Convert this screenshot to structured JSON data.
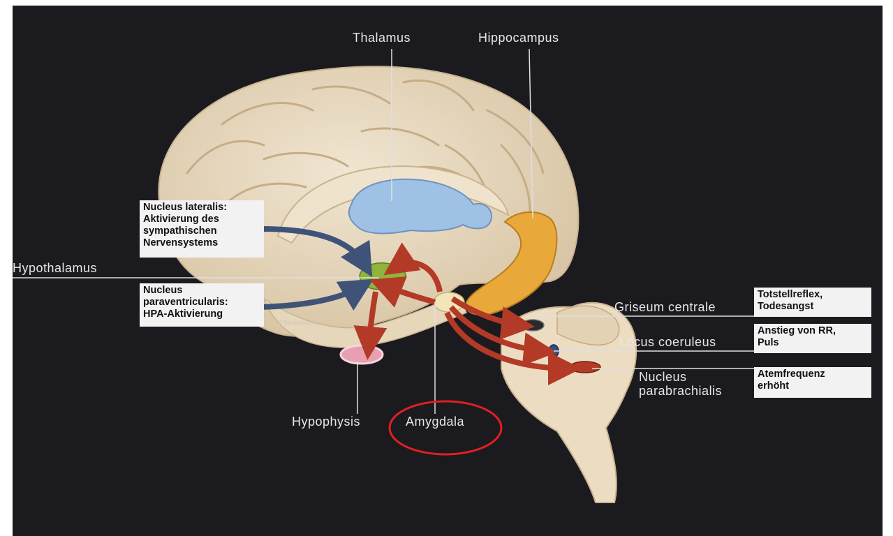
{
  "labels": {
    "thalamus": "Thalamus",
    "hippocampus": "Hippocampus",
    "hypothalamus": "Hypothalamus",
    "hypophysis": "Hypophysis",
    "amygdala": "Amygdala",
    "griseum": "Griseum centrale",
    "locus": "Locus coeruleus",
    "nucleus_para_line1": "Nucleus",
    "nucleus_para_line2": "parabrachialis"
  },
  "boxes": {
    "lateralis": [
      "Nucleus lateralis:",
      "Aktivierung des",
      "sympathischen",
      "Nervensystems"
    ],
    "paraventricularis": [
      "Nucleus",
      "paraventricularis:",
      "HPA-Aktivierung"
    ],
    "totstell": [
      "Totstellreflex,",
      "Todesangst"
    ],
    "anstieg": [
      "Anstieg von RR,",
      "Puls"
    ],
    "atem": [
      "Atemfrequenz",
      "erhöht"
    ]
  },
  "copyright": "© Bandelow/AG",
  "colors": {
    "background": "#1b1a1f",
    "brain": "#eadcc4",
    "thalamus": "#9fc1e6",
    "hippocampus": "#e9a93a",
    "hypothalamus": "#8eb43c",
    "hypophysis": "#e7a0b2",
    "arrow_red": "#b33a26",
    "arrow_blue": "#3f5378",
    "highlight_circle": "#e02020"
  }
}
